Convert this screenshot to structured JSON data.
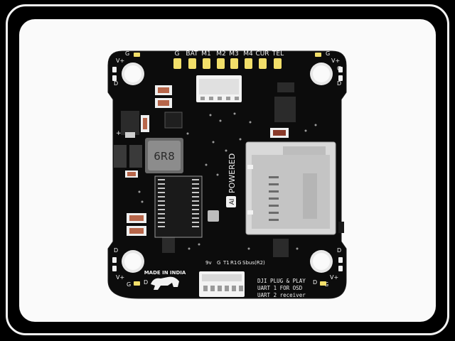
{
  "board": {
    "top_pins": [
      "G",
      "BAT",
      "M1",
      "M2",
      "M3",
      "M4",
      "CUR",
      "TEL"
    ],
    "bottom_pins": [
      "9v",
      "G",
      "T1",
      "R1",
      "G",
      "Sbus(R2)"
    ],
    "corner_labels": {
      "tl_g": "G",
      "tl_vplus": "V+",
      "tl_d": "D",
      "tr_g": "G",
      "tr_vplus": "V+",
      "tr_d": "D",
      "tr_g2": "G",
      "bl_g": "G",
      "bl_vplus": "V+",
      "bl_d": "D",
      "br_g": "G",
      "br_vplus": "V+",
      "br_d": "D"
    },
    "inductor_label": "6R8",
    "powered_label": "POWERED",
    "ai_badge": "AI",
    "made_in_india": "MADE IN INDIA",
    "dji_notes": [
      "DJI PLUG & PLAY",
      "UART 1 FOR OSD",
      "UART 2 receiver"
    ],
    "plus_marker": "+"
  },
  "colors": {
    "background": "#000000",
    "card_border": "#f4f4f4",
    "panel": "#fafafa",
    "pcb": "#0c0c0c",
    "pad": "#f2df6a",
    "led": "#f0f0f0",
    "silkscreen": "#f2f2f2"
  }
}
